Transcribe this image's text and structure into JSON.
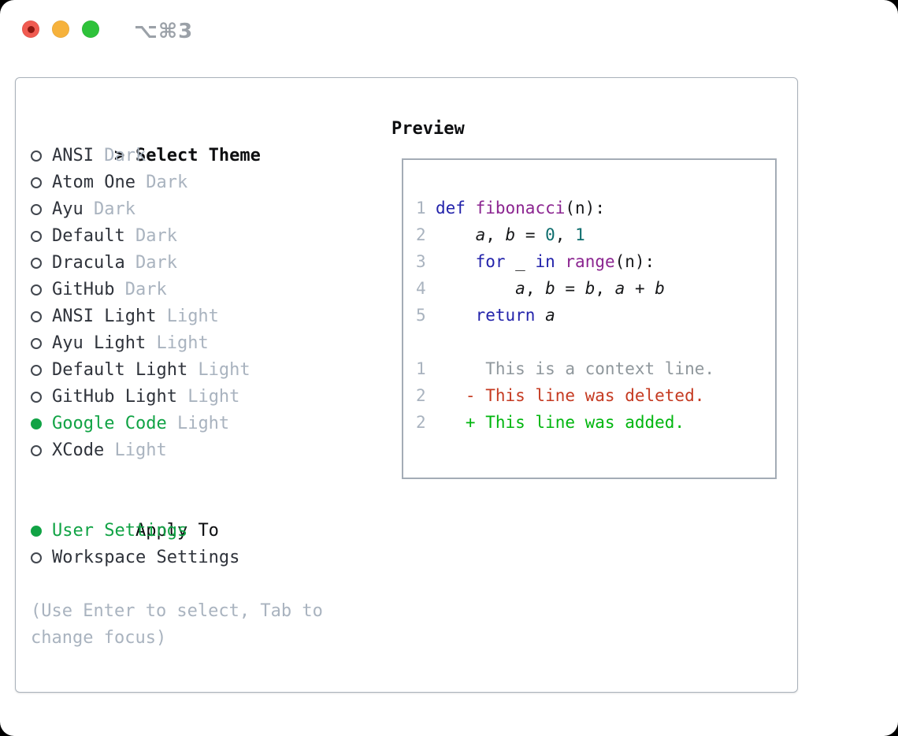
{
  "window": {
    "shortcut": "⌥⌘3"
  },
  "theme_panel": {
    "header_marker": ">",
    "header_label": "Select Theme",
    "themes": [
      {
        "name": "ANSI",
        "variant": "Dark",
        "selected": false
      },
      {
        "name": "Atom One",
        "variant": "Dark",
        "selected": false
      },
      {
        "name": "Ayu",
        "variant": "Dark",
        "selected": false
      },
      {
        "name": "Default",
        "variant": "Dark",
        "selected": false
      },
      {
        "name": "Dracula",
        "variant": "Dark",
        "selected": false
      },
      {
        "name": "GitHub",
        "variant": "Dark",
        "selected": false
      },
      {
        "name": "ANSI Light",
        "variant": "Light",
        "selected": false
      },
      {
        "name": "Ayu Light",
        "variant": "Light",
        "selected": false
      },
      {
        "name": "Default Light",
        "variant": "Light",
        "selected": false
      },
      {
        "name": "GitHub Light",
        "variant": "Light",
        "selected": false
      },
      {
        "name": "Google Code",
        "variant": "Light",
        "selected": true
      },
      {
        "name": "XCode",
        "variant": "Light",
        "selected": false
      }
    ],
    "apply_to_label": "Apply To",
    "apply_options": [
      {
        "name": "User Settings",
        "selected": true
      },
      {
        "name": "Workspace Settings",
        "selected": false
      }
    ],
    "help_text": "(Use Enter to select, Tab to change focus)"
  },
  "preview": {
    "label": "Preview",
    "code_lines": [
      {
        "num": "1",
        "tokens": [
          [
            "kw",
            "def"
          ],
          [
            "pl",
            " "
          ],
          [
            "fn",
            "fibonacci"
          ],
          [
            "pl",
            "(n):"
          ]
        ]
      },
      {
        "num": "2",
        "tokens": [
          [
            "pl",
            "    "
          ],
          [
            "var",
            "a"
          ],
          [
            "pl",
            ", "
          ],
          [
            "var",
            "b"
          ],
          [
            "pl",
            " = "
          ],
          [
            "lit",
            "0"
          ],
          [
            "pl",
            ", "
          ],
          [
            "lit",
            "1"
          ]
        ]
      },
      {
        "num": "3",
        "tokens": [
          [
            "pl",
            "    "
          ],
          [
            "kw",
            "for"
          ],
          [
            "pl",
            " _ "
          ],
          [
            "kw",
            "in"
          ],
          [
            "pl",
            " "
          ],
          [
            "fn",
            "range"
          ],
          [
            "pl",
            "(n):"
          ]
        ]
      },
      {
        "num": "4",
        "tokens": [
          [
            "pl",
            "        "
          ],
          [
            "var",
            "a"
          ],
          [
            "pl",
            ", "
          ],
          [
            "var",
            "b"
          ],
          [
            "pl",
            " = "
          ],
          [
            "var",
            "b"
          ],
          [
            "pl",
            ", "
          ],
          [
            "var",
            "a"
          ],
          [
            "pl",
            " + "
          ],
          [
            "var",
            "b"
          ]
        ]
      },
      {
        "num": "5",
        "tokens": [
          [
            "pl",
            "    "
          ],
          [
            "kw",
            "return"
          ],
          [
            "pl",
            " "
          ],
          [
            "var",
            "a"
          ]
        ]
      }
    ],
    "diff_lines": [
      {
        "num": "1",
        "type": "context",
        "marker": " ",
        "text": "This is a context line."
      },
      {
        "num": "2",
        "type": "deleted",
        "marker": "-",
        "text": "This line was deleted."
      },
      {
        "num": "2",
        "type": "added",
        "marker": "+",
        "text": "This line was added."
      }
    ]
  },
  "colors": {
    "selection_green": "#11a345",
    "keyword_blue": "#2323ab",
    "function_purple": "#8b2490",
    "literal_teal": "#0d6d6d",
    "diff_deleted_red": "#c53a21",
    "diff_added_green": "#00b60e",
    "muted_gray": "#a9b3bf",
    "traffic_red": "#f05b51",
    "traffic_yellow": "#f6b23c",
    "traffic_green": "#2ec23a"
  }
}
